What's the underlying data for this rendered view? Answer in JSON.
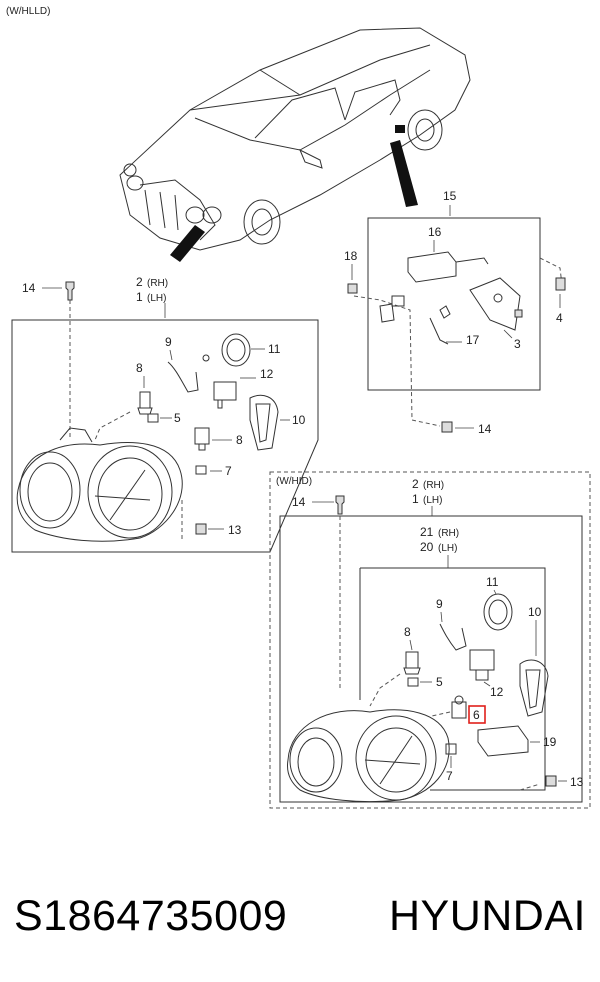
{
  "variants": {
    "hlld": "(W/HLLD)",
    "hid": "(W/HID)"
  },
  "callouts": {
    "rh_2": "2",
    "rh": "(RH)",
    "lh_1": "1",
    "lh": "(LH)",
    "p3": "3",
    "p4": "4",
    "p5": "5",
    "p6": "6",
    "p7": "7",
    "p8": "8",
    "p9": "9",
    "p10": "10",
    "p11": "11",
    "p12": "12",
    "p13": "13",
    "p14": "14",
    "p15": "15",
    "p16": "16",
    "p17": "17",
    "p18": "18",
    "p19": "19",
    "p20": "20",
    "p21": "21"
  },
  "highlight_color": "#e0201b",
  "footer": {
    "part_number": "S1864735009",
    "brand": "HYUNDAI"
  }
}
